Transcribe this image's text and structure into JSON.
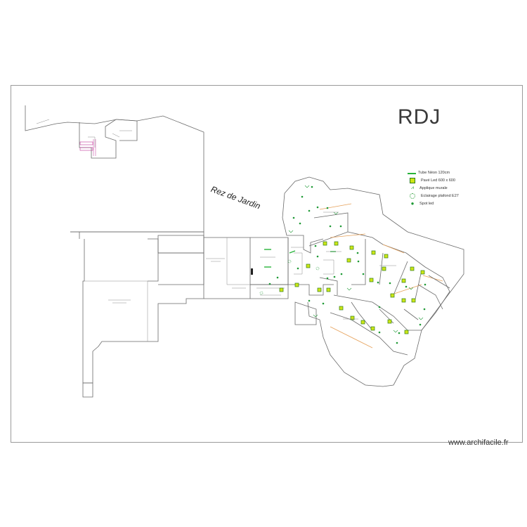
{
  "drawing": {
    "title": "RDJ",
    "subtitle": "Rez de Jardin",
    "watermark": "www.archifacile.fr"
  },
  "legend": {
    "items": [
      {
        "label": "Tube Néon 120cm",
        "icon": "tube-neon-icon"
      },
      {
        "label": "Pavé Led 600 x 600",
        "icon": "pave-led-icon"
      },
      {
        "label": "Applique murale",
        "icon": "applique-icon"
      },
      {
        "label": "Eclairage plafond E27",
        "icon": "eclairage-icon"
      },
      {
        "label": "Spot led",
        "icon": "spot-icon"
      }
    ]
  },
  "colors": {
    "led_panel_fill": "#cde615",
    "led_panel_stroke": "#2f7d1c",
    "fixture_green": "#1f9a36",
    "wall": "#6a6a6a",
    "accent_orange": "#e6a15a",
    "accent_magenta": "#c2359a"
  }
}
